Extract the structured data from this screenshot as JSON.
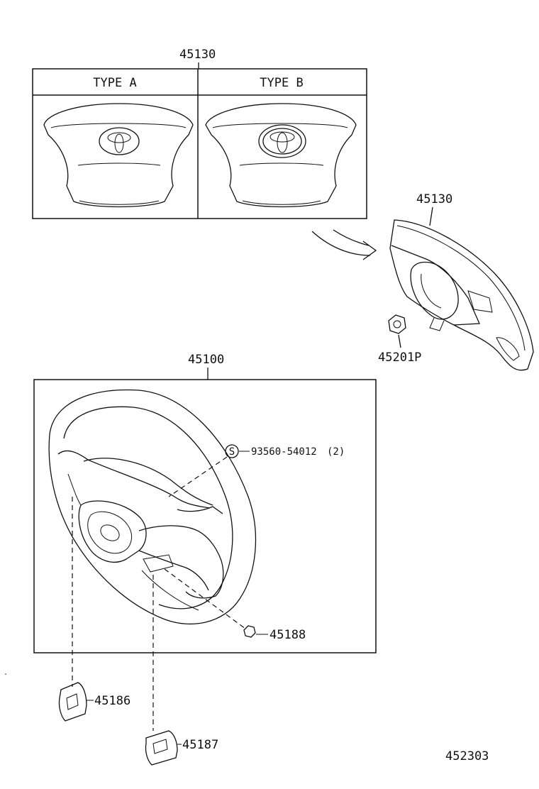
{
  "diagram": {
    "part_labels": {
      "airbag_top": "45130",
      "airbag_side": "45130",
      "nut": "45201P",
      "wheel": "45100",
      "screw": "93560-54012",
      "screw_qty": "(2)",
      "screw_marker": "S",
      "bolt": "45188",
      "cover_left": "45186",
      "cover_right": "45187"
    },
    "type_headers": {
      "a": "TYPE A",
      "b": "TYPE B"
    },
    "figure_number": "452303"
  }
}
